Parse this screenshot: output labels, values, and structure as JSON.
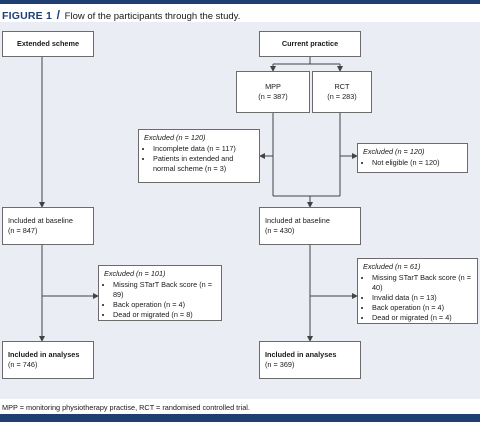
{
  "figure": {
    "label": "FIGURE 1",
    "separator": "/",
    "title": "Flow of the participants through the study."
  },
  "boxes": {
    "extended_scheme": "Extended scheme",
    "current_practice": "Current practice",
    "mpp": {
      "name": "MPP",
      "n": "(n = 387)"
    },
    "rct": {
      "name": "RCT",
      "n": "(n = 283)"
    },
    "excluded_mpp": {
      "heading": "Excluded (n = 120)",
      "items": [
        "Incomplete data (n = 117)",
        "Patients in extended and normal scheme (n = 3)"
      ]
    },
    "excluded_rct": {
      "heading": "Excluded (n = 120)",
      "items": [
        "Not eligible (n = 120)"
      ]
    },
    "baseline_left": {
      "title": "Included at baseline",
      "n": "(n = 847)"
    },
    "baseline_right": {
      "title": "Included at baseline",
      "n": "(n = 430)"
    },
    "excluded_left": {
      "heading": "Excluded (n = 101)",
      "items": [
        "Missing STarT Back score (n = 89)",
        "Back operation (n = 4)",
        "Dead or migrated (n = 8)"
      ]
    },
    "excluded_right": {
      "heading": "Excluded (n = 61)",
      "items": [
        "Missing STarT Back score (n = 40)",
        "Invalid data (n = 13)",
        "Back operation (n = 4)",
        "Dead or migrated (n = 4)"
      ]
    },
    "analyses_left": {
      "title": "Included in analyses",
      "n": "(n = 746)"
    },
    "analyses_right": {
      "title": "Included in analyses",
      "n": "(n = 369)"
    }
  },
  "footnote": "MPP = monitoring physiotherapy practise, RCT = randomised controlled trial.",
  "colors": {
    "accent": "#1f3f73",
    "panel": "#eaedf3",
    "line": "#444444"
  }
}
